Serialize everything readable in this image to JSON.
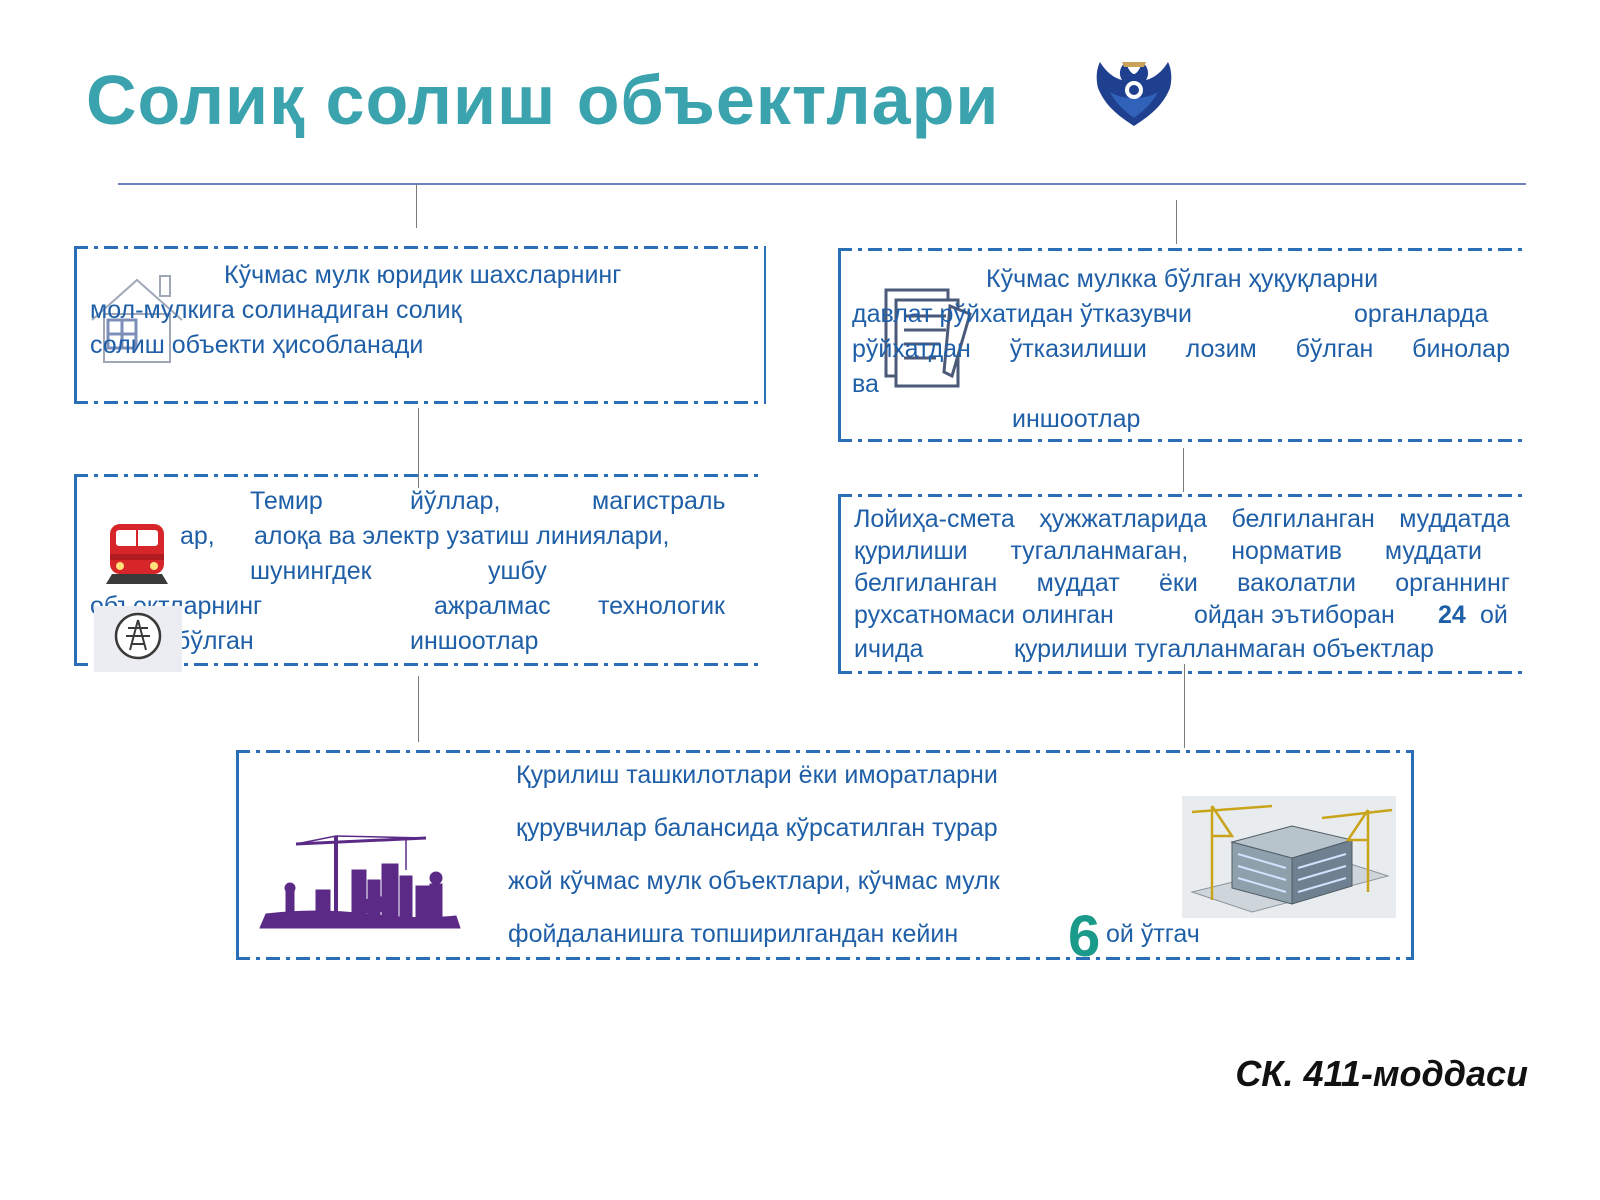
{
  "title": "Солиқ солиш объектлари",
  "box1": {
    "line1": "Кўчмас мулк юридик шахсларнинг",
    "line2": "мол-мулкига солинадиган солиқ",
    "line3": "солиш объекти  ҳисобланади"
  },
  "box2": {
    "line1": "Кўчмас мулкка бўлган ҳуқуқларни",
    "line2a": "давлат рўйхатидан ўтказувчи",
    "line2b": "органларда",
    "line3": "рўйхатдан ўтказилиши  лозим  бўлган бинолар",
    "line4": "ва",
    "line5": "иншоотлар"
  },
  "box3": {
    "line1a": "Темир",
    "line1b": "йўллар,",
    "line1c": "магистраль",
    "line2a": "ар,",
    "line2b": "алоқа ва электр узатиш линиялари,",
    "line3a": "шунингдек",
    "line3b": "ушбу",
    "line4a": "объектларнинг",
    "line4b": "ажралмас",
    "line4c": "технологик",
    "line5a": "бўлган",
    "line5b": "иншоотлар"
  },
  "box4": {
    "line1": "Лойиҳа-смета ҳужжатларида белгиланган муддатда",
    "line2": "қурилиши  тугалланмаган,  норматив  муддати",
    "line3": "белгиланган  муддат  ёки  ваколатли  органнинг",
    "line4a": "рухсатномаси  олинган",
    "line4b": "ойдан  эътиборан",
    "line4num": "24",
    "line4c": "ой",
    "line5a": "ичида",
    "line5b": "қурилиши тугалланмаган объектлар"
  },
  "box5": {
    "line1": "Қурилиш ташкилотлари ёки иморатларни",
    "line2": "қурувчилар балансида  кўрсатилган турар",
    "line3": "жой кўчмас мулк объектлари, кўчмас мулк",
    "line4": "фойдаланишга топширилгандан кейин",
    "num": "6",
    "tail": "ой ўтгач"
  },
  "note": "СК. 411-моддаси",
  "colors": {
    "title": "#3aa3ad",
    "text": "#1f5fa8",
    "border": "#2a6fb5"
  },
  "icons": [
    "eagle-logo-icon",
    "house-icon",
    "document-icon",
    "train-icon",
    "power-line-icon",
    "construction-crane-icon",
    "building-3d-icon"
  ]
}
